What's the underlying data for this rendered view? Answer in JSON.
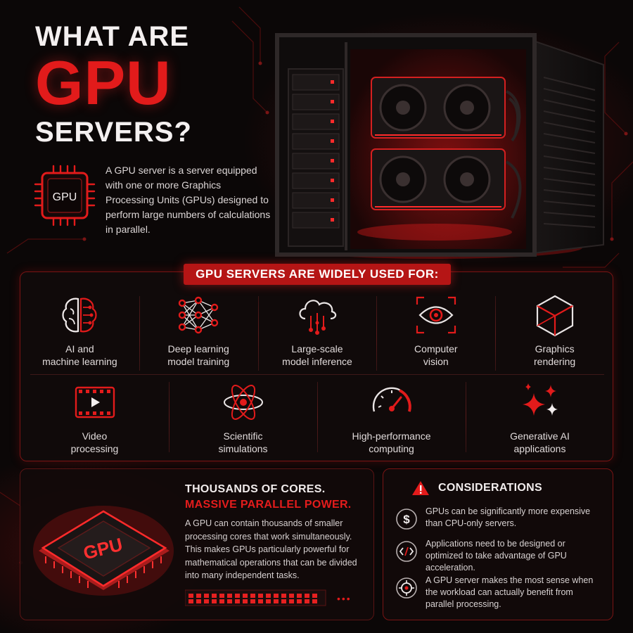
{
  "title": {
    "line1": "WHAT ARE",
    "line2": "GPU",
    "line3": "SERVERS?"
  },
  "intro": {
    "chip_label": "GPU",
    "text": "A GPU server is a server equipped with one or more Graphics Processing Units (GPUs) designed to perform large numbers of calculations in parallel."
  },
  "uses": {
    "banner": "GPU SERVERS ARE WIDELY USED FOR:",
    "row1": [
      {
        "icon": "brain-circuit-icon",
        "label": "AI and\nmachine learning"
      },
      {
        "icon": "neural-network-icon",
        "label": "Deep learning\nmodel training"
      },
      {
        "icon": "cloud-network-icon",
        "label": "Large-scale\nmodel inference"
      },
      {
        "icon": "eye-icon",
        "label": "Computer\nvision"
      },
      {
        "icon": "cube-icon",
        "label": "Graphics\nrendering"
      }
    ],
    "row2": [
      {
        "icon": "video-film-icon",
        "label": "Video\nprocessing"
      },
      {
        "icon": "atom-icon",
        "label": "Scientific\nsimulations"
      },
      {
        "icon": "speedometer-icon",
        "label": "High-performance\ncomputing"
      },
      {
        "icon": "sparkles-icon",
        "label": "Generative AI\napplications"
      }
    ]
  },
  "cores": {
    "chip_label": "GPU",
    "heading1": "THOUSANDS OF CORES.",
    "heading2": "MASSIVE PARALLEL POWER.",
    "text": "A GPU can contain thousands of smaller processing cores that work simultaneously. This makes GPUs particularly powerful for mathematical operations that can be divided into many independent tasks.",
    "more": "•••"
  },
  "considerations": {
    "title": "CONSIDERATIONS",
    "items": [
      {
        "icon": "dollar-icon",
        "text": "GPUs can be significantly more expensive than CPU-only servers."
      },
      {
        "icon": "code-icon",
        "text": "Applications need to be designed or optimized to take advantage of GPU acceleration."
      },
      {
        "icon": "target-icon",
        "text": "A GPU server makes the most sense when the workload can actually benefit from parallel processing."
      }
    ]
  },
  "colors": {
    "accent_red": "#e21b1b",
    "banner_red": "#b51515",
    "background": "#0b0707"
  }
}
